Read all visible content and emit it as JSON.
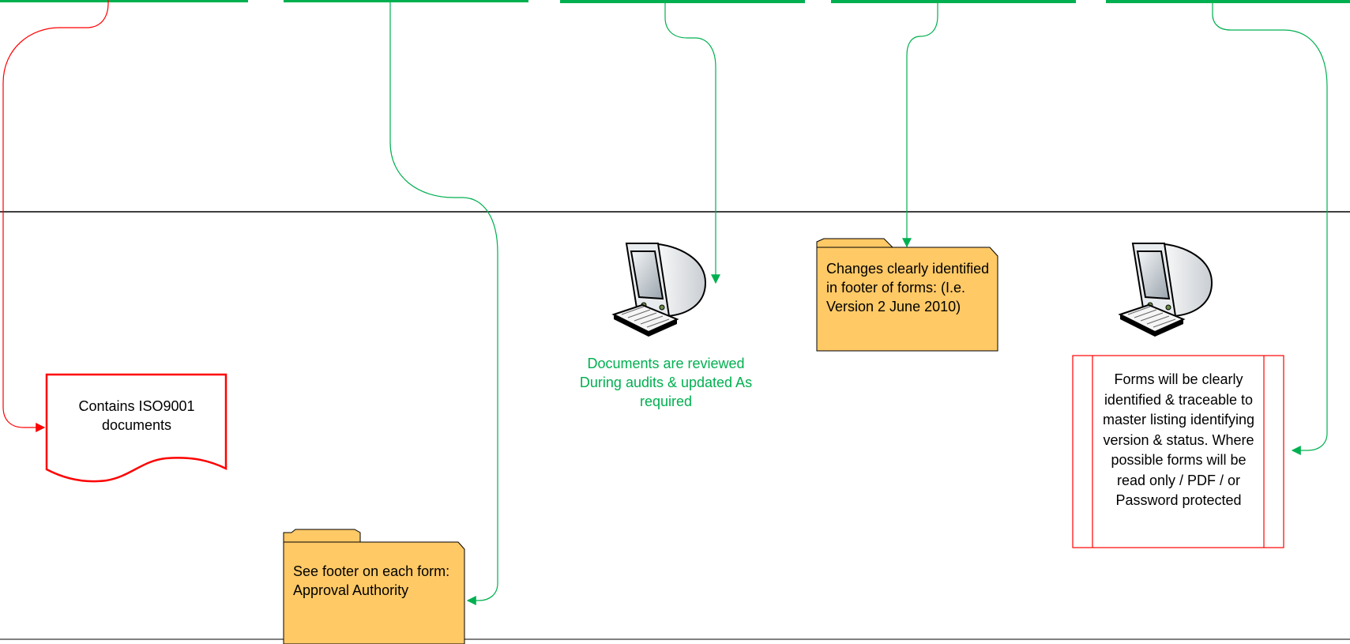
{
  "notes": {
    "iso_documents": "Contains ISO9001 documents",
    "approval_footer": "See footer on each form: Approval Authority",
    "review_audits": "Documents are reviewed During audits & updated As required",
    "changes_footer": "Changes clearly identified in footer of forms: (I.e. Version 2 June 2010)",
    "forms_traceable": "Forms will be clearly identified & traceable to master listing identifying version & status. Where possible forms will be read only / PDF / or Password protected"
  },
  "colors": {
    "green": "#00b050",
    "red": "#ff0000",
    "folder_fill": "#ffc966",
    "line": "#000000"
  },
  "icons": [
    "computer-icon",
    "computer-icon",
    "folder-icon",
    "folder-icon"
  ]
}
